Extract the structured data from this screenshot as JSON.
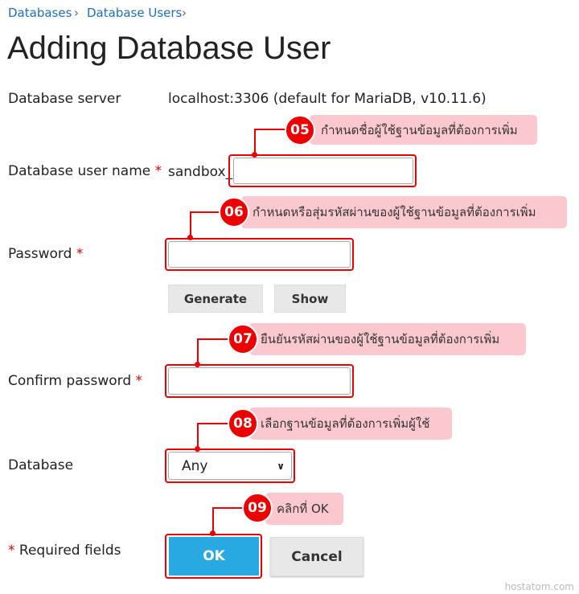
{
  "breadcrumb": [
    "Databases",
    "Database Users"
  ],
  "title": "Adding Database User",
  "form": {
    "server_label": "Database server",
    "server_value": "localhost:3306 (default for MariaDB, v10.11.6)",
    "username_label": "Database user name",
    "username_prefix": "sandbox_",
    "username_value": "",
    "password_label": "Password",
    "password_value": "",
    "generate_label": "Generate",
    "show_label": "Show",
    "confirm_label": "Confirm password",
    "confirm_value": "",
    "database_label": "Database",
    "database_selected": "Any",
    "required_note": "Required fields",
    "required_mark": "*",
    "ok_label": "OK",
    "cancel_label": "Cancel"
  },
  "callouts": [
    {
      "num": "05",
      "text": "กำหนดชื่อผู้ใช้ฐานข้อมูลที่ต้องการเพิ่ม"
    },
    {
      "num": "06",
      "text": "กำหนดหรือสุ่มรหัสผ่านของผู้ใช้ฐานข้อมูลที่ต้องการเพิ่ม"
    },
    {
      "num": "07",
      "text": "ยืนยันรหัสผ่านของผู้ใช้ฐานข้อมูลที่ต้องการเพิ่ม"
    },
    {
      "num": "08",
      "text": "เลือกฐานข้อมูลที่ต้องการเพิ่มผู้ใช้"
    },
    {
      "num": "09",
      "text": "คลิกที่ OK"
    }
  ],
  "watermark": "hostatom.com"
}
